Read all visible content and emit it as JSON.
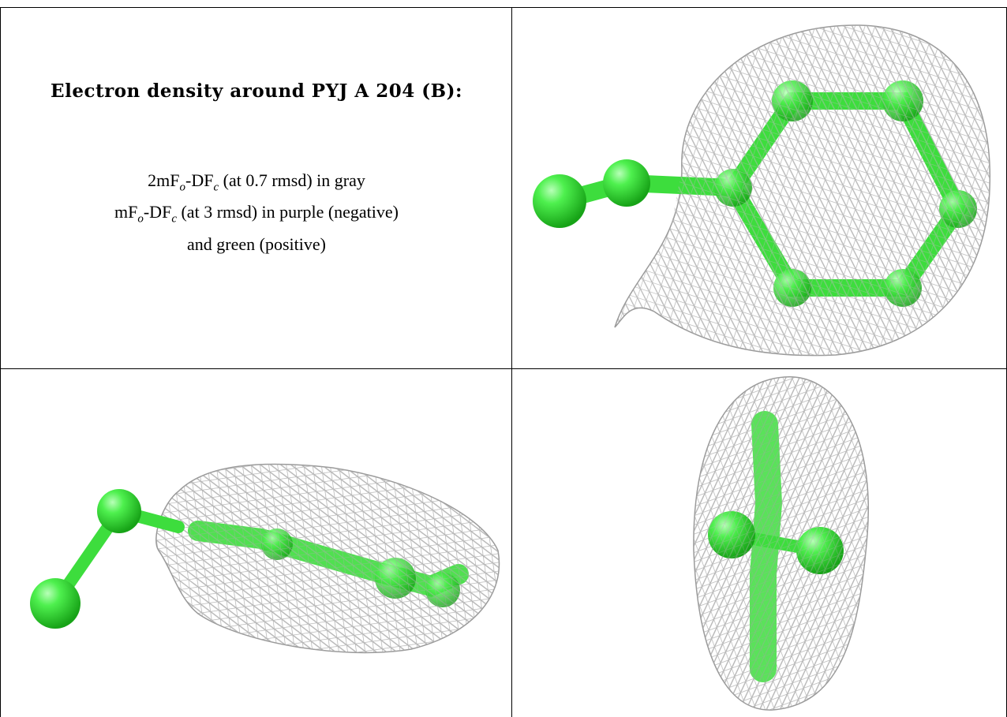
{
  "figure": {
    "title": "Electron density around PYJ A 204 (B):",
    "caption_lines": [
      {
        "pre": "2mF",
        "sub1": "o",
        "mid": "-DF",
        "sub2": "c",
        "post": " (at 0.7 rmsd) in gray"
      },
      {
        "pre": "mF",
        "sub1": "o",
        "mid": "-DF",
        "sub2": "c",
        "post": " (at 3 rmsd) in purple (negative)"
      },
      {
        "text": "and green (positive)"
      }
    ],
    "panels": [
      {
        "view": "top-right",
        "desc": "molecule"
      },
      {
        "view": "bottom-left",
        "desc": "molecule"
      },
      {
        "view": "bottom-right",
        "desc": "molecule"
      }
    ]
  },
  "colors": {
    "mesh": "#b8b8b8",
    "mesh_dark": "#8a8a8a",
    "atom": "#3de63d",
    "atom_light": "#a8ffa8",
    "atom_dark": "#1fae1f"
  }
}
